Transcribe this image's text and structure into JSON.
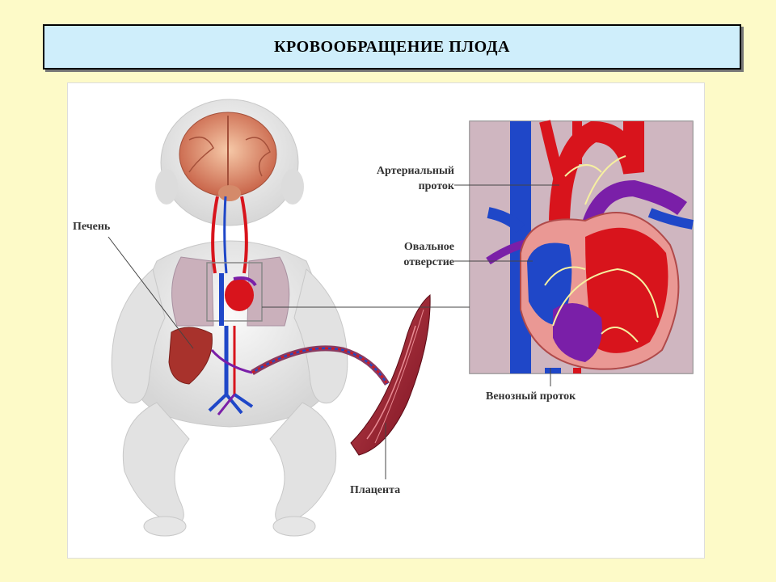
{
  "title": "КРОВООБРАЩЕНИЕ ПЛОДА",
  "labels": {
    "liver": "Печень",
    "ductus_arteriosus_line1": "Артериальный",
    "ductus_arteriosus_line2": "проток",
    "foramen_ovale_line1": "Овальное",
    "foramen_ovale_line2": "отверстие",
    "ductus_venosus": "Венозный проток",
    "placenta": "Плацента"
  },
  "colors": {
    "background": "#fdfac8",
    "title_box": "#cfeefb",
    "artery": "#d8141c",
    "vein": "#1f47c8",
    "mixed": "#7a1fa8",
    "body": "#e4e4e4"
  }
}
